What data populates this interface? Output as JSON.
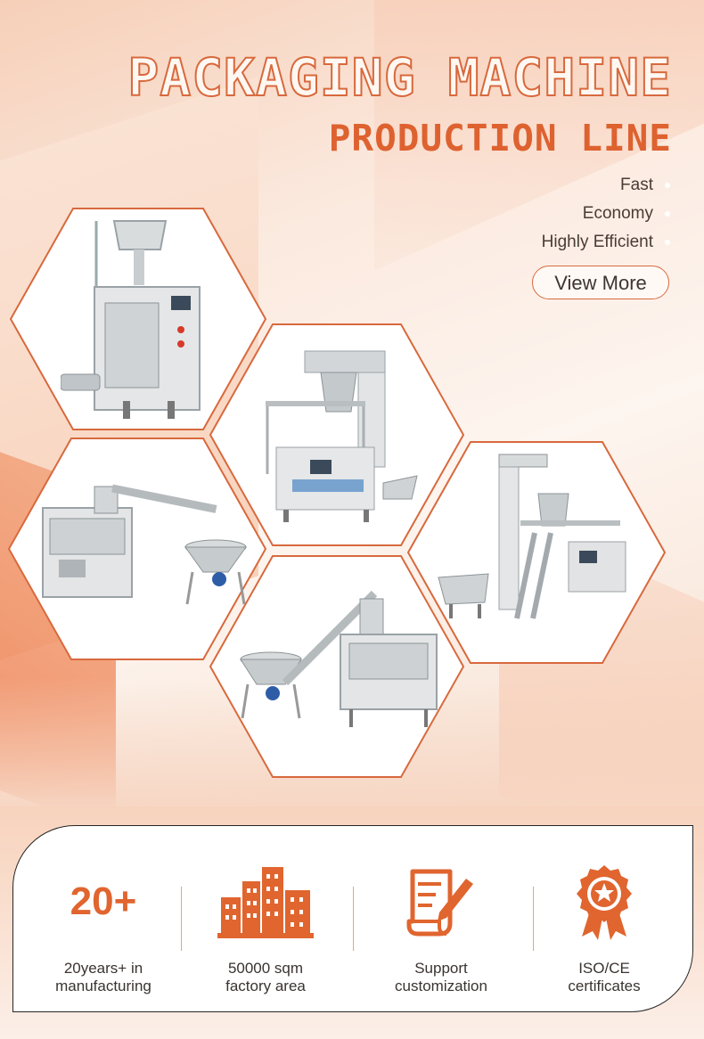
{
  "hero": {
    "title": "PACKAGING MACHINE",
    "subtitle": "PRODUCTION LINE",
    "features": [
      "Fast",
      "Economy",
      "Highly Efficient"
    ],
    "cta_label": "View More"
  },
  "colors": {
    "accent": "#de6230",
    "accent_light": "#f2a57e",
    "text_dark": "#3a3330",
    "hex_border": "#d8693d"
  },
  "machines": [
    {
      "name": "liquid-vertical-packaging-machine-icon"
    },
    {
      "name": "multihead-weigher-pouch-machine-icon"
    },
    {
      "name": "auger-screw-feeder-rotary-machine-icon"
    },
    {
      "name": "bucket-elevator-weigher-line-icon"
    },
    {
      "name": "powder-auger-filling-machine-icon"
    }
  ],
  "stats": {
    "years": {
      "value": "20+",
      "label_line1": "20years+ in",
      "label_line2": "manufacturing"
    },
    "factory": {
      "icon": "factory-buildings-icon",
      "label_line1": "50000 sqm",
      "label_line2": "factory area"
    },
    "custom": {
      "icon": "document-pen-icon",
      "label_line1": "Support",
      "label_line2": "customization"
    },
    "cert": {
      "icon": "award-ribbon-icon",
      "label_line1": "ISO/CE",
      "label_line2": "certificates"
    }
  }
}
